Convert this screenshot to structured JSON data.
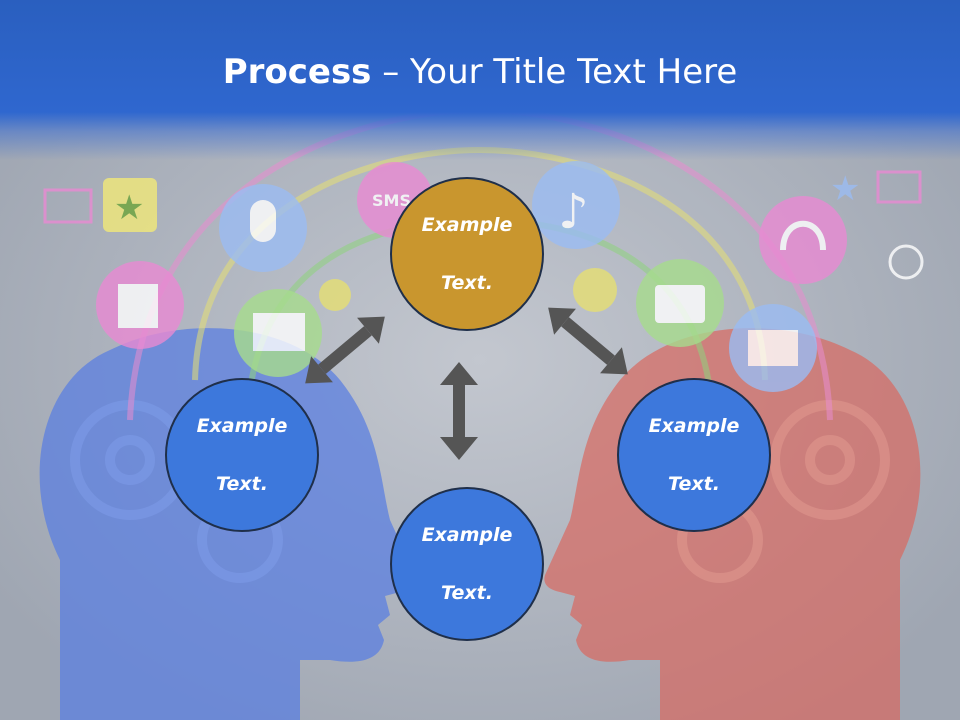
{
  "slide": {
    "title_bold": "Process",
    "title_rest": " – Your Title Text Here"
  },
  "nodes": {
    "top": {
      "line1": "Example",
      "line2": "Text.",
      "color": "#c9962e"
    },
    "left": {
      "line1": "Example",
      "line2": "Text.",
      "color": "#3d78dc"
    },
    "right": {
      "line1": "Example",
      "line2": "Text.",
      "color": "#3d78dc"
    },
    "bottom": {
      "line1": "Example",
      "line2": "Text.",
      "color": "#3d78dc"
    }
  },
  "icons": {
    "sms_label": "SMS"
  },
  "colors": {
    "title_band": "#2f67cf",
    "arrow": "#555555",
    "left_head": "#5b7fe0",
    "right_head": "#d9685f"
  }
}
